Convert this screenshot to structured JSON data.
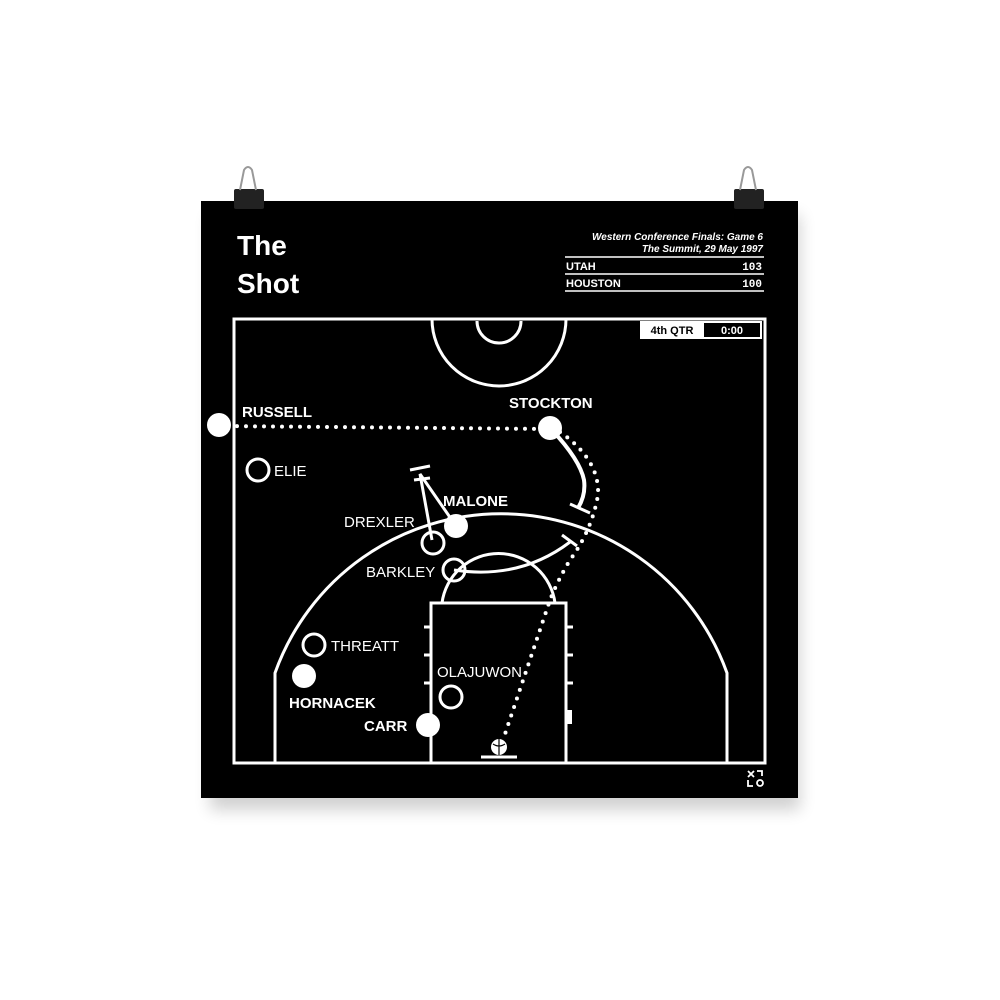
{
  "poster": {
    "title_line1": "The",
    "title_line2": "Shot",
    "game": "Western Conference Finals: Game 6",
    "venue_date": "The Summit, 29 May 1997",
    "scores": [
      {
        "team": "UTAH",
        "score": "103"
      },
      {
        "team": "HOUSTON",
        "score": "100"
      }
    ],
    "period": "4th QTR",
    "clock": "0:00"
  },
  "players": {
    "russell": "RUSSELL",
    "stockton": "STOCKTON",
    "elie": "ELIE",
    "malone": "MALONE",
    "drexler": "DREXLER",
    "barkley": "BARKLEY",
    "threatt": "THREATT",
    "olajuwon": "OLAJUWON",
    "hornacek": "HORNACEK",
    "carr": "CARR"
  },
  "colors": {
    "background": "#000000",
    "foreground": "#ffffff"
  }
}
